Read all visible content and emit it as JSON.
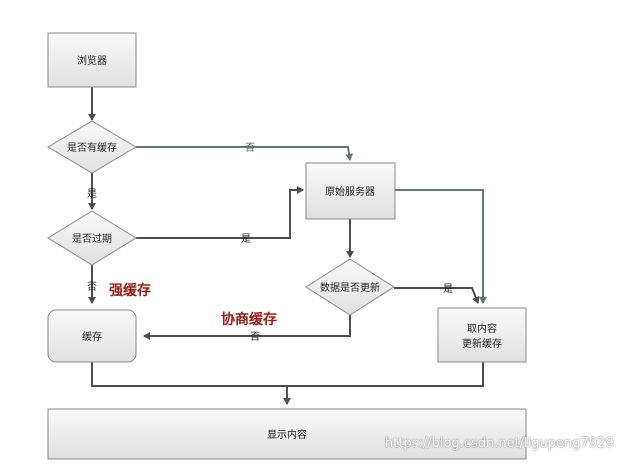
{
  "nodes": {
    "browser": "浏览器",
    "has_cache": "是否有缓存",
    "expired": "是否过期",
    "cache": "缓存",
    "origin_server": "原始服务器",
    "data_updated": "数据是否更新",
    "fetch_update": [
      "取内容",
      "更新缓存"
    ],
    "show_content": "显示内容"
  },
  "edges": {
    "has_cache_no": "否",
    "has_cache_yes": "是",
    "expired_yes": "是",
    "expired_no": "否",
    "updated_no": "否",
    "updated_yes": "是"
  },
  "annotations": {
    "strong_cache": "强缓存",
    "negotiated_cache": "协商缓存"
  },
  "watermark": "https://blog.csdn.net/ligupeng7929",
  "colors": {
    "box_fill_top": "#fafafa",
    "box_fill_bottom": "#e2e2e2",
    "box_stroke": "#8a8a8a",
    "arrow_dark": "#4d4d4d",
    "arrow_green": "#5d7b70",
    "annotation": "#9b1c14"
  }
}
